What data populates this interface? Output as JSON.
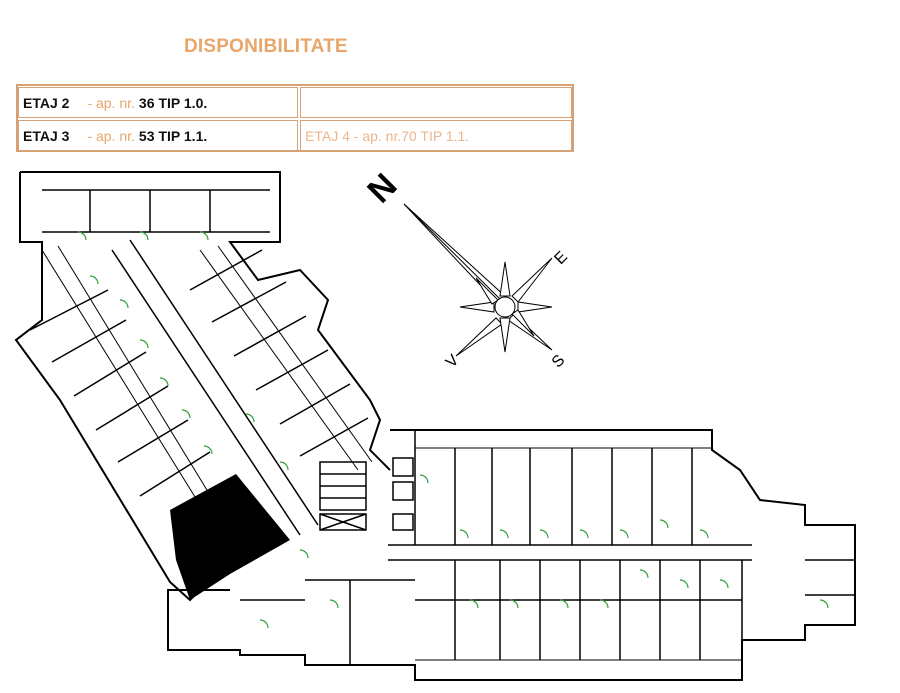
{
  "title": "DISPONIBILITATE",
  "availability": [
    {
      "floor": "ETAJ  2",
      "ap_label": "- ap. nr.",
      "ap_number": "36",
      "type": "TIP 1.0.",
      "right": ""
    },
    {
      "floor": "ETAJ  3",
      "ap_label": "- ap. nr.",
      "ap_number": "53",
      "type": "TIP 1.1.",
      "right": "ETAJ 4 - ap. nr.70 TIP 1.1."
    }
  ],
  "compass": {
    "north": "N",
    "east": "E",
    "south": "S",
    "west": "V"
  },
  "colors": {
    "accent": "#e8a66b",
    "border": "#d4a276",
    "plan_line": "#000000",
    "door_arc": "#2e9e3a"
  }
}
